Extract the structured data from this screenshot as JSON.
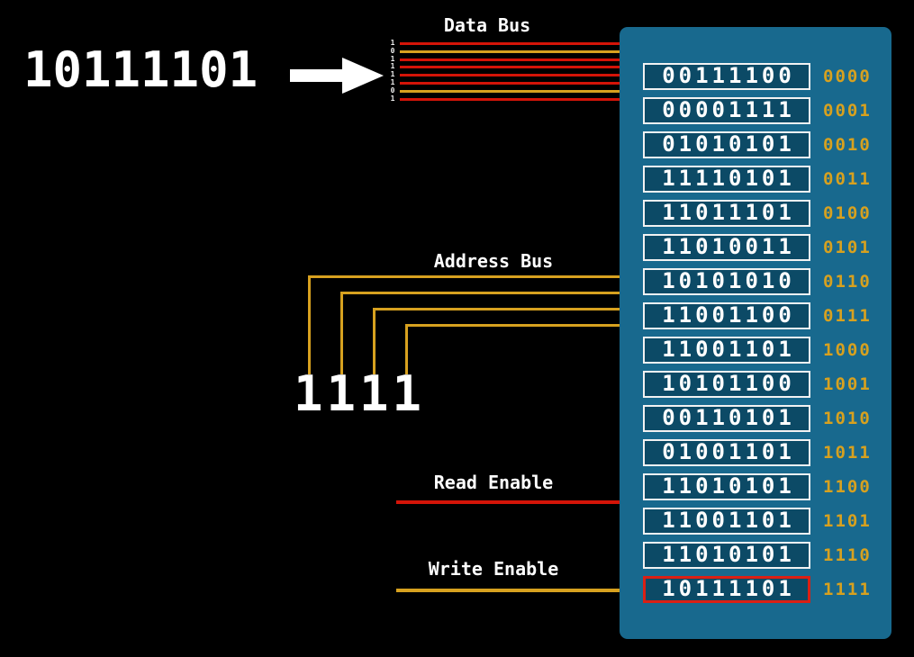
{
  "data_bus": {
    "label": "Data Bus",
    "value": "10111101",
    "bits": [
      "1",
      "0",
      "1",
      "1",
      "1",
      "1",
      "0",
      "1"
    ]
  },
  "address_bus": {
    "label": "Address Bus",
    "value": "1111"
  },
  "read_enable": {
    "label": "Read Enable"
  },
  "write_enable": {
    "label": "Write Enable"
  },
  "memory": {
    "rows": [
      {
        "value": "00111100",
        "address": "0000",
        "highlighted": false
      },
      {
        "value": "00001111",
        "address": "0001",
        "highlighted": false
      },
      {
        "value": "01010101",
        "address": "0010",
        "highlighted": false
      },
      {
        "value": "11110101",
        "address": "0011",
        "highlighted": false
      },
      {
        "value": "11011101",
        "address": "0100",
        "highlighted": false
      },
      {
        "value": "11010011",
        "address": "0101",
        "highlighted": false
      },
      {
        "value": "10101010",
        "address": "0110",
        "highlighted": false
      },
      {
        "value": "11001100",
        "address": "0111",
        "highlighted": false
      },
      {
        "value": "11001101",
        "address": "1000",
        "highlighted": false
      },
      {
        "value": "10101100",
        "address": "1001",
        "highlighted": false
      },
      {
        "value": "00110101",
        "address": "1010",
        "highlighted": false
      },
      {
        "value": "01001101",
        "address": "1011",
        "highlighted": false
      },
      {
        "value": "11010101",
        "address": "1100",
        "highlighted": false
      },
      {
        "value": "11001101",
        "address": "1101",
        "highlighted": false
      },
      {
        "value": "11010101",
        "address": "1110",
        "highlighted": false
      },
      {
        "value": "10111101",
        "address": "1111",
        "highlighted": true
      }
    ]
  },
  "colors": {
    "bus_red": "#d41408",
    "bus_gold": "#d7a11f",
    "block_teal": "#18698e",
    "cell_bg": "#0c4a66",
    "highlight_red": "#da2014",
    "address_text": "#d7a11f"
  }
}
